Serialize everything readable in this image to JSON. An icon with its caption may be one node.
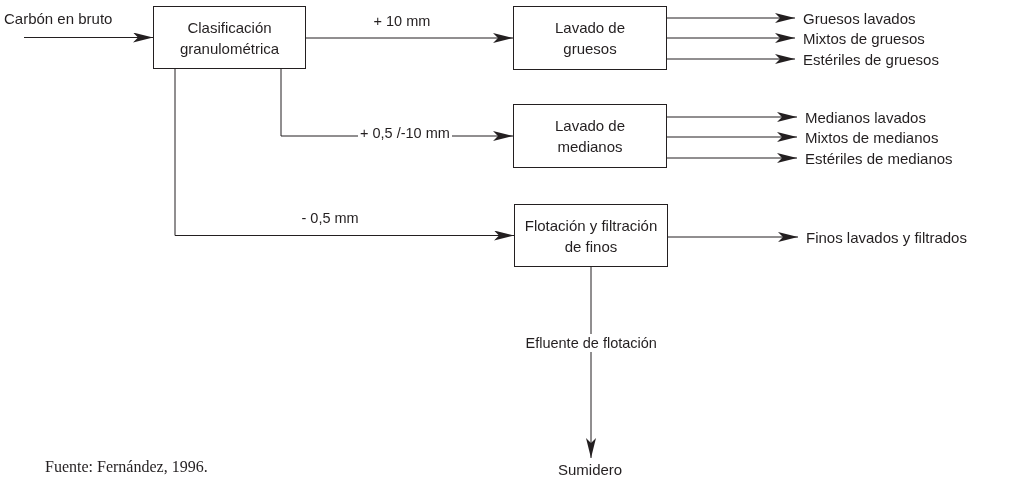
{
  "diagram": {
    "caption": "Fuente: Fernández, 1996.",
    "nodes": [
      {
        "text": [
          "Carbón en bruto"
        ]
      },
      {
        "text": [
          "Clasificación granulométrica"
        ]
      },
      {
        "text": [
          "Lavado de gruesos"
        ]
      },
      {
        "text": [
          "Lavado de medianos"
        ]
      },
      {
        "text": [
          "Flotación y filtración de finos"
        ]
      },
      {
        "text": [
          "Gruesos lavados"
        ]
      },
      {
        "text": [
          "Mixtos de gruesos"
        ]
      },
      {
        "text": [
          "Estériles de gruesos"
        ]
      },
      {
        "text": [
          "Medianos lavados"
        ]
      },
      {
        "text": [
          "Mixtos de medianos"
        ]
      },
      {
        "text": [
          "Estériles de medianos"
        ]
      },
      {
        "text": [
          "Finos lavados y filtrados"
        ]
      },
      {
        "text": [
          "Sumidero"
        ]
      }
    ],
    "edges": [
      {
        "from": 0,
        "to": 1,
        "arrow": "to"
      },
      {
        "from": 1,
        "to": 2,
        "arrow": "to",
        "label": "+ 10 mm"
      },
      {
        "from": 1,
        "to": 3,
        "arrow": "to",
        "label": "+ 0,5 /-10 mm"
      },
      {
        "from": 1,
        "to": 4,
        "arrow": "to",
        "label": "- 0,5 mm"
      },
      {
        "from": 2,
        "to": 5,
        "arrow": "to"
      },
      {
        "from": 2,
        "to": 6,
        "arrow": "to"
      },
      {
        "from": 2,
        "to": 7,
        "arrow": "to"
      },
      {
        "from": 3,
        "to": 8,
        "arrow": "to"
      },
      {
        "from": 3,
        "to": 9,
        "arrow": "to"
      },
      {
        "from": 3,
        "to": 10,
        "arrow": "to"
      },
      {
        "from": 4,
        "to": 11,
        "arrow": "to"
      },
      {
        "from": 4,
        "to": 12,
        "arrow": "to",
        "label": "Efluente de flotación"
      }
    ]
  }
}
